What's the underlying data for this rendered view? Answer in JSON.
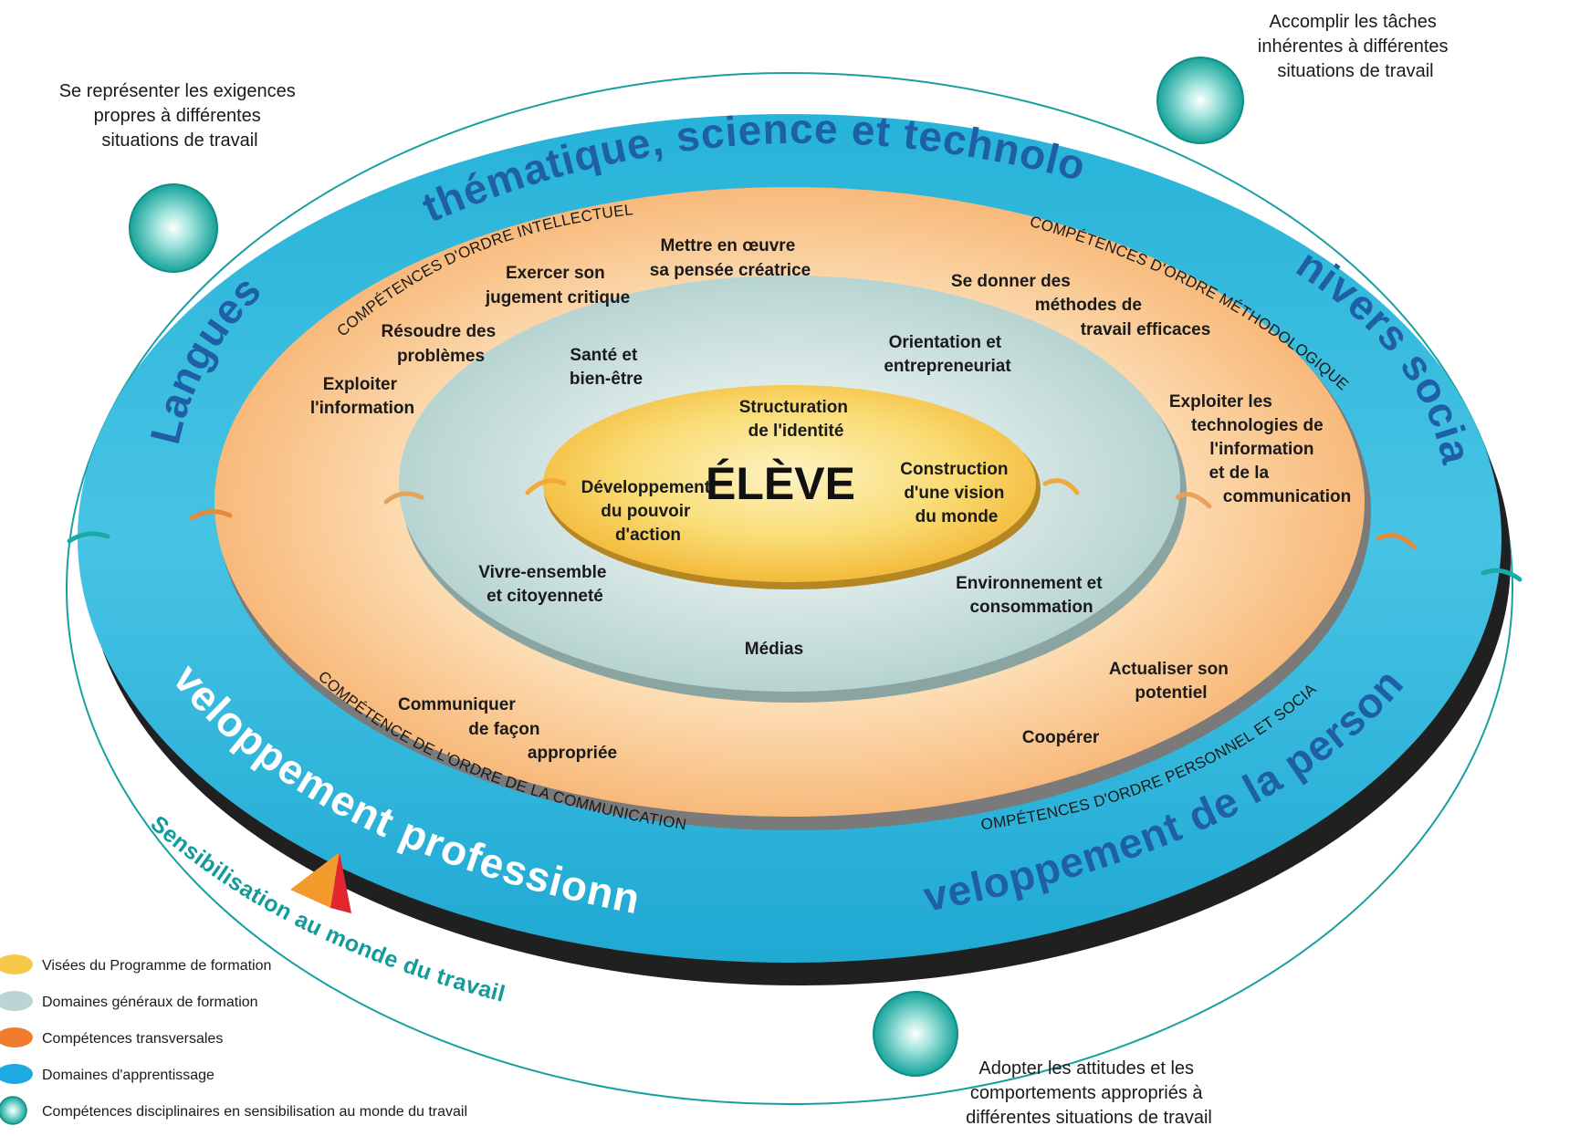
{
  "center": {
    "title": "ÉLÈVE",
    "visees": [
      [
        "Structuration",
        "de l'identité"
      ],
      [
        "Développement",
        "du pouvoir",
        "d'action"
      ],
      [
        "Construction",
        "d'une vision",
        "du monde"
      ]
    ]
  },
  "domaines_generaux": [
    [
      "Santé et",
      "bien-être"
    ],
    [
      "Orientation et",
      "entrepreneuriat"
    ],
    [
      "Vivre-ensemble",
      "et citoyenneté"
    ],
    [
      "Environnement et",
      "consommation"
    ],
    [
      "Médias"
    ]
  ],
  "competences_categories": [
    "COMPÉTENCES D'ORDRE INTELLECTUEL",
    "COMPÉTENCES D'ORDRE MÉTHODOLOGIQUE",
    "COMPÉTENCE DE L'ORDRE DE LA COMMUNICATION",
    "COMPÉTENCES D'ORDRE PERSONNEL ET SOCIAL"
  ],
  "competences": [
    [
      "Exploiter",
      "l'information"
    ],
    [
      "Résoudre des",
      "problèmes"
    ],
    [
      "Exercer son",
      "jugement critique"
    ],
    [
      "Mettre en œuvre",
      "sa pensée créatrice"
    ],
    [
      "Se donner des",
      "méthodes de",
      "travail efficaces"
    ],
    [
      "Exploiter les",
      "technologies de",
      "l'information",
      "et de la",
      "communication"
    ],
    [
      "Communiquer",
      "de façon",
      "appropriée"
    ],
    [
      "Actualiser son",
      "potentiel"
    ],
    [
      "Coopérer"
    ]
  ],
  "domaines_apprentissage": [
    "Mathématique, science et technologie",
    "Univers social",
    "Langues",
    "Développement professionnel",
    "Développement de la personne"
  ],
  "sensibilisation_label": "Sensibilisation au monde du travail",
  "outer_competences": [
    [
      "Se représenter les exigences",
      "propres à différentes",
      "situations de travail"
    ],
    [
      "Accomplir les tâches",
      "inhérentes à différentes",
      "situations de travail"
    ],
    [
      "Adopter les attitudes et les",
      "comportements appropriés à",
      "différentes situations de travail"
    ]
  ],
  "legend": [
    {
      "label": "Visées du Programme de formation",
      "color": "#f6c94a"
    },
    {
      "label": "Domaines généraux de formation",
      "color": "#b9d6d4"
    },
    {
      "label": "Compétences transversales",
      "color": "#ef7d2d"
    },
    {
      "label": "Domaines d'apprentissage",
      "color": "#1ea9e0"
    },
    {
      "label": "Compétences disciplinaires en sensibilisation au monde du travail",
      "color": "#2bb5ad"
    }
  ],
  "colors": {
    "learning_ring": "#2ab6d9",
    "domain_text": "#1f5fa6",
    "competence_ring": "#f7b97a",
    "general_ring": "#c7dfdc",
    "center": "#f7cd55",
    "sensibilisation": "#139a9a"
  }
}
